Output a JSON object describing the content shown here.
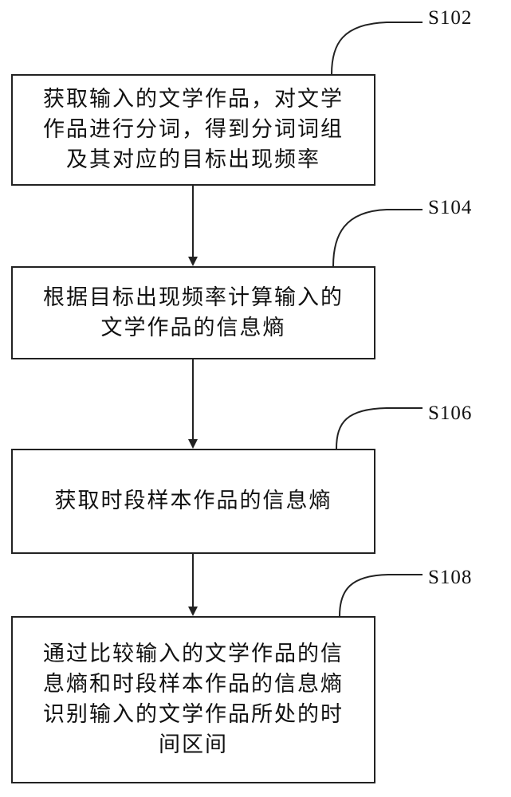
{
  "steps": [
    {
      "label": "S102",
      "lines": [
        "获取输入的文学作品，对文学",
        "作品进行分词，得到分词词组",
        "及其对应的目标出现频率"
      ]
    },
    {
      "label": "S104",
      "lines": [
        "根据目标出现频率计算输入的",
        "文学作品的信息熵"
      ]
    },
    {
      "label": "S106",
      "lines": [
        "获取时段样本作品的信息熵"
      ]
    },
    {
      "label": "S108",
      "lines": [
        "通过比较输入的文学作品的信",
        "息熵和时段样本作品的信息熵",
        "识别输入的文学作品所处的时",
        "间区间"
      ]
    }
  ]
}
